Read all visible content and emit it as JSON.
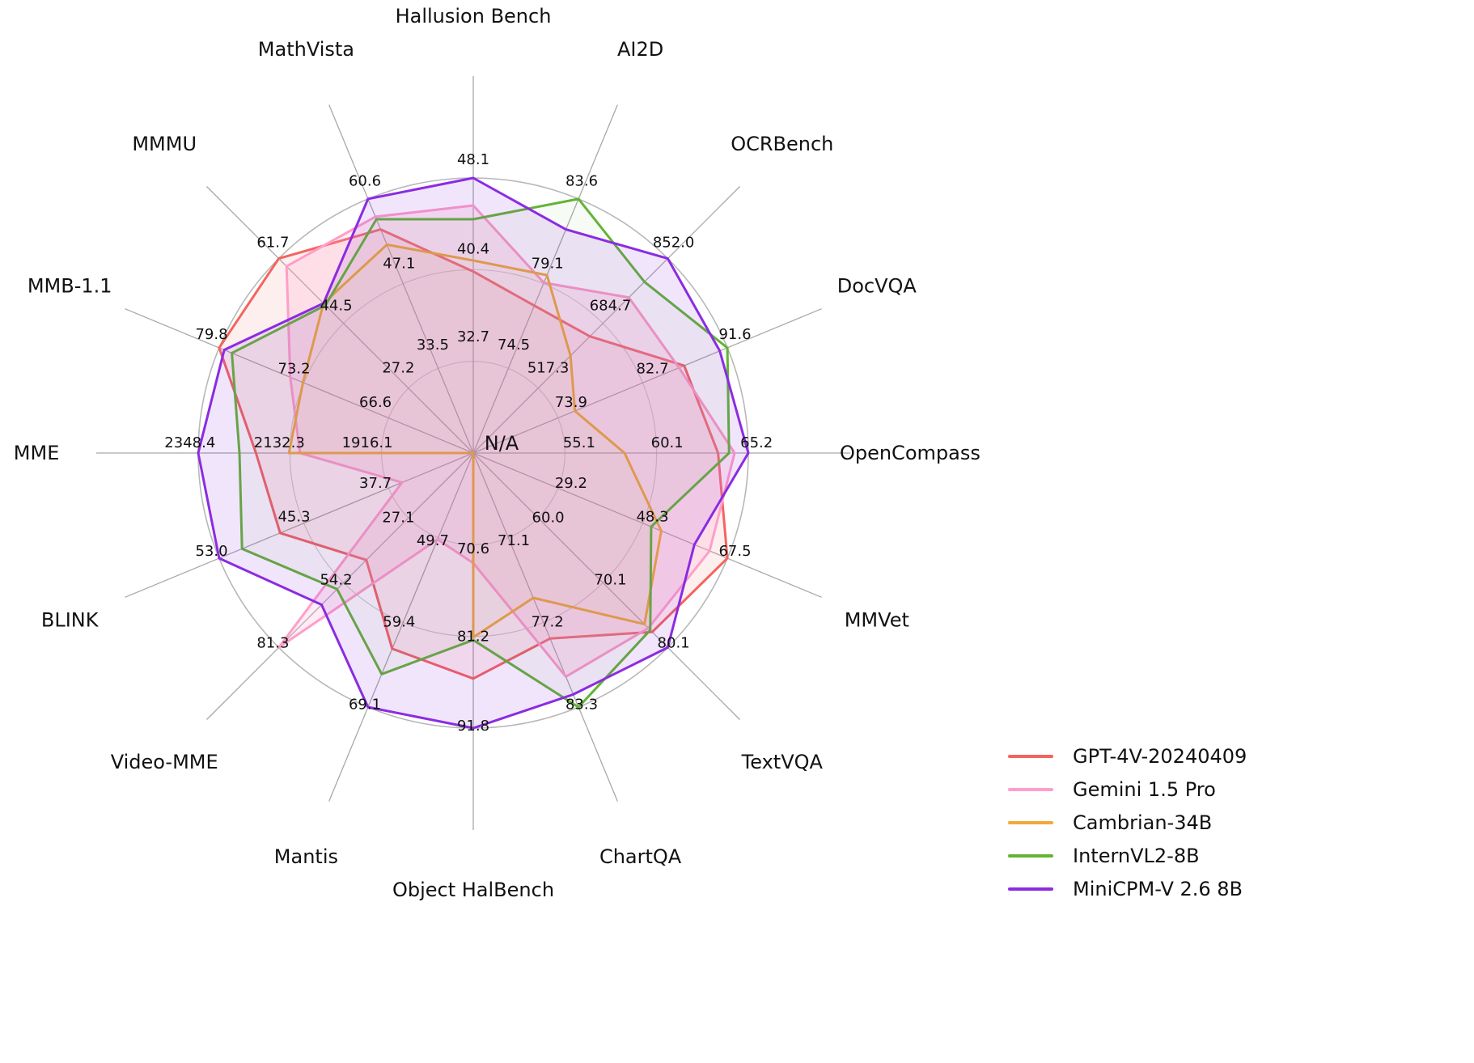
{
  "figure": {
    "background": "#ffffff",
    "center_label": "N/A"
  },
  "chart_data": {
    "type": "radar",
    "title": "",
    "center_label": "N/A",
    "n_rings": 3,
    "grid": true,
    "legend_position": "bottom-right",
    "axes": [
      {
        "label": "Hallusion Bench",
        "ring_labels": [
          "32.7",
          "40.4",
          "48.1"
        ]
      },
      {
        "label": "AI2D",
        "ring_labels": [
          "74.5",
          "79.1",
          "83.6"
        ]
      },
      {
        "label": "OCRBench",
        "ring_labels": [
          "517.3",
          "684.7",
          "852.0"
        ]
      },
      {
        "label": "DocVQA",
        "ring_labels": [
          "73.9",
          "82.7",
          "91.6"
        ]
      },
      {
        "label": "OpenCompass",
        "ring_labels": [
          "55.1",
          "60.1",
          "65.2"
        ]
      },
      {
        "label": "MMVet",
        "ring_labels": [
          "29.2",
          "48.3",
          "67.5"
        ]
      },
      {
        "label": "TextVQA",
        "ring_labels": [
          "60.0",
          "70.1",
          "80.1"
        ]
      },
      {
        "label": "ChartQA",
        "ring_labels": [
          "71.1",
          "77.2",
          "83.3"
        ]
      },
      {
        "label": "Object HalBench",
        "ring_labels": [
          "70.6",
          "81.2",
          "91.8"
        ]
      },
      {
        "label": "Mantis",
        "ring_labels": [
          "49.7",
          "59.4",
          "69.1"
        ]
      },
      {
        "label": "Video-MME",
        "ring_labels": [
          "27.1",
          "54.2",
          "81.3"
        ]
      },
      {
        "label": "BLINK",
        "ring_labels": [
          "37.7",
          "45.3",
          "53.0"
        ]
      },
      {
        "label": "MME",
        "ring_labels": [
          "1916.1",
          "2132.3",
          "2348.4"
        ]
      },
      {
        "label": "MMB-1.1",
        "ring_labels": [
          "66.6",
          "73.2",
          "79.8"
        ]
      },
      {
        "label": "MMMU",
        "ring_labels": [
          "27.2",
          "44.5",
          "61.7"
        ]
      },
      {
        "label": "MathVista",
        "ring_labels": [
          "33.5",
          "47.1",
          "60.6"
        ]
      }
    ],
    "series": [
      {
        "name": "GPT-4V-20240409",
        "color": "#f4645f",
        "fill_opacity": 0.1,
        "values_norm": [
          0.66,
          0.58,
          0.6,
          0.83,
          0.89,
          1.0,
          0.92,
          0.73,
          0.82,
          0.77,
          0.55,
          0.76,
          0.79,
          1.0,
          1.0,
          0.88
        ]
      },
      {
        "name": "Gemini 1.5 Pro",
        "color": "#ff9ec9",
        "fill_opacity": 0.2,
        "values_norm": [
          0.9,
          0.67,
          0.8,
          0.81,
          0.95,
          0.93,
          0.9,
          0.88,
          0.4,
          0.34,
          1.0,
          0.28,
          0.63,
          0.72,
          0.96,
          0.93
        ]
      },
      {
        "name": "Cambrian-34B",
        "color": "#f2a93b",
        "fill_opacity": 0.04,
        "values_norm": [
          0.7,
          0.7,
          0.5,
          0.4,
          0.55,
          0.74,
          0.88,
          0.57,
          0.67,
          0.0,
          0.0,
          0.0,
          0.67,
          0.67,
          0.77,
          0.82
        ]
      },
      {
        "name": "InternVL2-8B",
        "color": "#62b434",
        "fill_opacity": 0.05,
        "values_norm": [
          0.85,
          1.0,
          0.88,
          1.0,
          0.93,
          0.7,
          0.91,
          1.0,
          0.68,
          0.87,
          0.7,
          0.91,
          0.85,
          0.95,
          0.76,
          0.92
        ]
      },
      {
        "name": "MiniCPM-V 2.6 8B",
        "color": "#8b2be2",
        "fill_opacity": 0.12,
        "values_norm": [
          1.0,
          0.88,
          1.0,
          0.97,
          1.0,
          0.87,
          1.0,
          0.95,
          1.0,
          1.0,
          0.78,
          1.0,
          1.0,
          0.98,
          0.77,
          1.0
        ]
      }
    ]
  }
}
